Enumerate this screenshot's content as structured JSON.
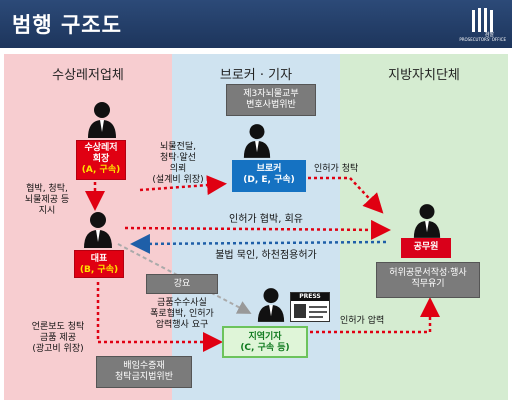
{
  "header": {
    "title": "범행 구조도",
    "logo_label": "검찰",
    "logo_sub": "PROSECUTORS' OFFICE"
  },
  "columns": {
    "left": "수상레저업체",
    "middle": "브로커 · 기자",
    "right": "지방자치단체"
  },
  "boxes": {
    "owner_line1": "수상레저",
    "owner_line2": "회장",
    "owner_line3": "(A, 구속)",
    "rep_line1": "대표",
    "rep_line2": "(B, 구속)",
    "broker_line1": "브로커",
    "broker_line2": "(D, E, 구속)",
    "reporter_line1": "지역기자",
    "reporter_line2": "(C, 구속 등)",
    "official": "공무원",
    "bribery_line1": "제3자뇌물교부",
    "bribery_line2": "변호사법위반",
    "coercion": "강요",
    "breach_line1": "배임수증재",
    "breach_line2": "청탁금지법위반",
    "falsify_line1": "허위공문서작성·행사",
    "falsify_line2": "직무유기",
    "press_badge": "PRESS"
  },
  "labels": {
    "bribe_line1": "뇌물전달,",
    "bribe_line2": "청탁·알선",
    "bribe_line3": "의뢰",
    "bribe_line4": "(설계비 위장)",
    "instruct_line1": "협박, 청탁,",
    "instruct_line2": "뇌물제공 등",
    "instruct_line3": "지시",
    "permit_request": "인허가 청탁",
    "permit_threat": "인허가 협박, 회유",
    "tolerate": "불법 묵인, 하천점용허가",
    "money_line1": "금품수수사실",
    "money_line2": "폭로협박, 인허가",
    "money_line3": "압력행사 요구",
    "press_report_line1": "언론보도 청탁",
    "press_report_line2": "금품 제공",
    "press_report_line3": "(광고비 위장)",
    "permit_pressure": "인허가 압력"
  },
  "colors": {
    "header": "#1d355c",
    "left_bg": "#f7cdd0",
    "middle_bg": "#cfe3f0",
    "right_bg": "#d5ecd1",
    "red": "#e00012",
    "blue": "#1572c2",
    "green": "#6cc35c",
    "gray": "#7b7b7b"
  },
  "icons": {
    "person": "person-silhouette-icon",
    "press_card": "press-card-icon",
    "logo": "prosecutors-logo-icon"
  }
}
